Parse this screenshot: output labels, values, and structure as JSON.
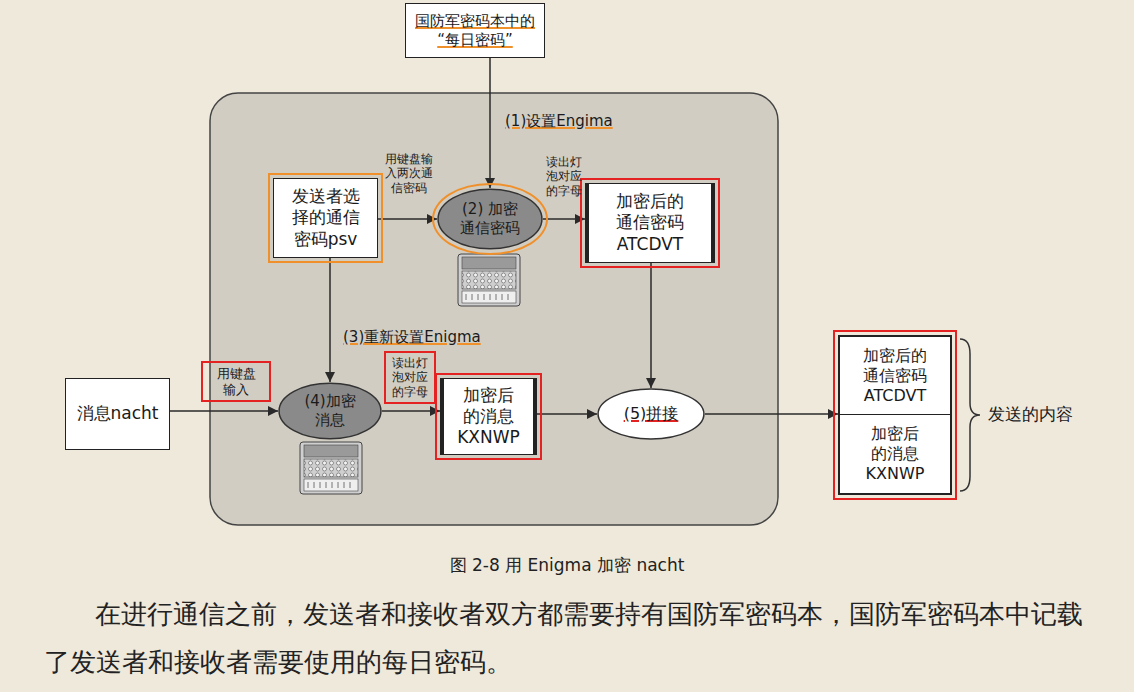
{
  "diagram": {
    "caption": "图 2-8 用 Enigma 加密 nacht",
    "nodes": [
      {
        "text": [
          "国防军密码本中的 “每日密码”"
        ]
      },
      {
        "text": [
          "发送者选 择的通信 密码psv"
        ]
      },
      {
        "text": [
          "(2) 加密 通信密码"
        ]
      },
      {
        "text": [
          "加密后的 通信密码 ATCDVT"
        ]
      },
      {
        "text": [
          "消息nacht"
        ]
      },
      {
        "text": [
          "(4)加密 消息"
        ]
      },
      {
        "text": [
          "加密后 的消息 KXNWP"
        ]
      },
      {
        "text": [
          "(5)拼接"
        ]
      },
      {
        "text": [
          "发送的内容"
        ]
      },
      {
        "text": [
          "加密后的 通信密码 ATCDVT"
        ],
        "in": 8
      },
      {
        "text": [
          "加密后 的消息 KXNWP"
        ],
        "in": 8
      }
    ],
    "edges": [
      {
        "from": 0,
        "to": 2,
        "label": "(1)设置Engima",
        "arrow": "to"
      },
      {
        "from": 1,
        "to": 2,
        "label": "用键盘输 入两次通 信密码",
        "arrow": "to"
      },
      {
        "from": 2,
        "to": 3,
        "label": "读出灯 泡对应 的字母",
        "arrow": "to"
      },
      {
        "from": 3,
        "to": 7,
        "arrow": "to"
      },
      {
        "from": 1,
        "to": 5,
        "label": "(3)重新设置Enigma",
        "arrow": "to"
      },
      {
        "from": 4,
        "to": 5,
        "label": "用键盘 输入",
        "arrow": "to"
      },
      {
        "from": 5,
        "to": 6,
        "label": "读出灯 泡对应 的字母",
        "arrow": "to"
      },
      {
        "from": 6,
        "to": 7,
        "arrow": "to"
      },
      {
        "from": 7,
        "to": 8,
        "arrow": "to"
      }
    ],
    "labels": [
      "在进行通信之前，发送者和接收者双方都需要持有国防军密码本，国防军密码本中记载了发送者和接收者需要使用的每日密码。"
    ]
  }
}
